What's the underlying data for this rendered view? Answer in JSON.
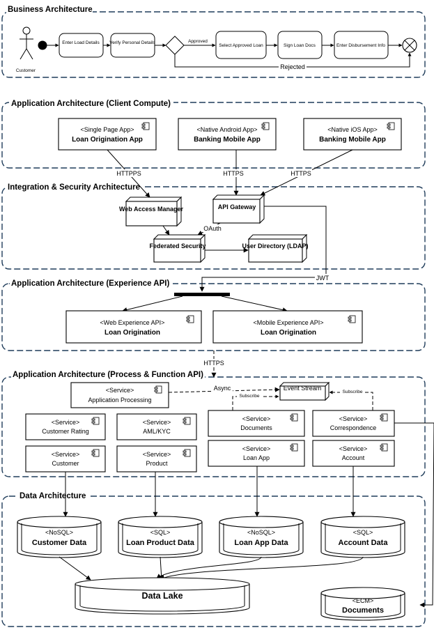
{
  "sections": {
    "business": "Business Architecture",
    "client": "Application Architecture (Client Compute)",
    "integration": "Integration & Security Architecture",
    "experience": "Application Architecture (Experience API)",
    "process": "Application Architecture (Process & Function API)",
    "data": "Data Architecture"
  },
  "business": {
    "actor": "Customer",
    "steps": [
      "Enter Load Details",
      "Verify Personal Details",
      "Select Approved Loan",
      "Sign Loan Docs",
      "Enter Disbursement Info"
    ],
    "approved": "Approved",
    "rejected": "Rejected"
  },
  "client": [
    {
      "stereo": "<Single Page App>",
      "name": "Loan Origination App"
    },
    {
      "stereo": "<Native Android App>",
      "name": "Banking Mobile App"
    },
    {
      "stereo": "<Native iOS App>",
      "name": "Banking Mobile App"
    }
  ],
  "integration": {
    "wam": "Web Access Manager",
    "gateway": "API Gateway",
    "federated": "Federated Security",
    "ldap": "User Directory (LDAP)"
  },
  "experience": [
    {
      "stereo": "<Web Experience API>",
      "name": "Loan Origination"
    },
    {
      "stereo": "<Mobile Experience API>",
      "name": "Loan Origination"
    }
  ],
  "process": {
    "app_processing": {
      "stereo": "<Service>",
      "name": "Application Processing"
    },
    "event_stream": "Event Stream",
    "services": [
      {
        "stereo": "<Service>",
        "name": "Customer Rating"
      },
      {
        "stereo": "<Service>",
        "name": "AML/KYC"
      },
      {
        "stereo": "<Service>",
        "name": "Documents"
      },
      {
        "stereo": "<Service>",
        "name": "Correspondence"
      },
      {
        "stereo": "<Service>",
        "name": "Customer"
      },
      {
        "stereo": "<Service>",
        "name": "Product"
      },
      {
        "stereo": "<Service>",
        "name": "Loan App"
      },
      {
        "stereo": "<Service>",
        "name": "Account"
      }
    ]
  },
  "data": {
    "stores": [
      {
        "stereo": "<NoSQL>",
        "name": "Customer Data"
      },
      {
        "stereo": "<SQL>",
        "name": "Loan Product Data"
      },
      {
        "stereo": "<NoSQL>",
        "name": "Loan App Data"
      },
      {
        "stereo": "<SQL>",
        "name": "Account Data"
      }
    ],
    "lake": "Data Lake",
    "ecm": {
      "stereo": "<ECM>",
      "name": "Documents"
    }
  },
  "labels": {
    "httpps": "HTTPPS",
    "https1": "HTTPS",
    "https2": "HTTPS",
    "oauth": "OAuth",
    "jwt": "JWT",
    "https3": "HTTPS",
    "async": "Async",
    "subscribe1": "Subscribe",
    "subscribe2": "Subscribe"
  }
}
